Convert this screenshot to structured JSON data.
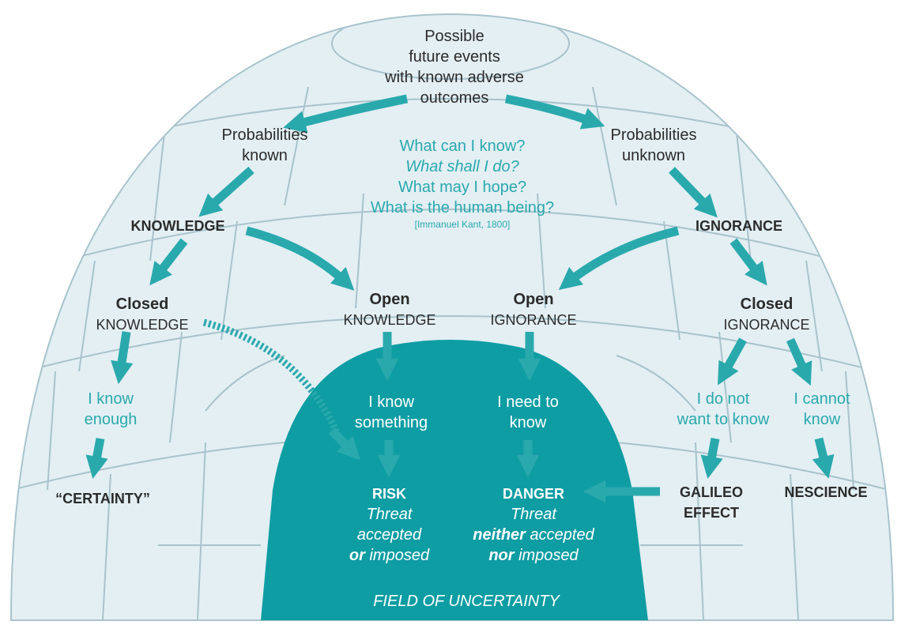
{
  "colors": {
    "teal": "#2aa9ad",
    "ice": "#e3eff3",
    "line": "#a9c3cc",
    "field": "#0e9da3",
    "text": "#2b2b2b"
  },
  "top_question": [
    "Possible",
    "future events",
    "with known adverse",
    "outcomes"
  ],
  "prob_known": [
    "Probabilities",
    "known"
  ],
  "prob_unknown": [
    "Probabilities",
    "unknown"
  ],
  "kant": {
    "q1": "What can I know?",
    "q2": "What shall I do?",
    "q3": "What may I hope?",
    "q4": "What is the human being?",
    "citation": "[Immanuel Kant, 1800]"
  },
  "knowledge": "KNOWLEDGE",
  "ignorance": "IGNORANCE",
  "closed_knowledge": {
    "title": "Closed",
    "sub": "KNOWLEDGE"
  },
  "open_knowledge": {
    "title": "Open",
    "sub": "KNOWLEDGE"
  },
  "open_ignorance": {
    "title": "Open",
    "sub": "IGNORANCE"
  },
  "closed_ignorance": {
    "title": "Closed",
    "sub": "IGNORANCE"
  },
  "know_enough": [
    "I know",
    "enough"
  ],
  "know_something": [
    "I know",
    "something"
  ],
  "need_to_know": [
    "I need to",
    "know"
  ],
  "not_want": [
    "I do not",
    "want to know"
  ],
  "cannot_know": [
    "I cannot",
    "know"
  ],
  "certainty": "“CERTAINTY”",
  "risk": {
    "title": "RISK",
    "l1": "Threat",
    "l2": "accepted",
    "l3a": "or",
    "l3b": " imposed"
  },
  "danger": {
    "title": "DANGER",
    "l1": "Threat",
    "l2a": "neither",
    "l2b": " accepted",
    "l3a": "nor",
    "l3b": " imposed"
  },
  "galileo": [
    "GALILEO",
    "EFFECT"
  ],
  "nescience": "NESCIENCE",
  "field": "FIELD OF UNCERTAINTY"
}
